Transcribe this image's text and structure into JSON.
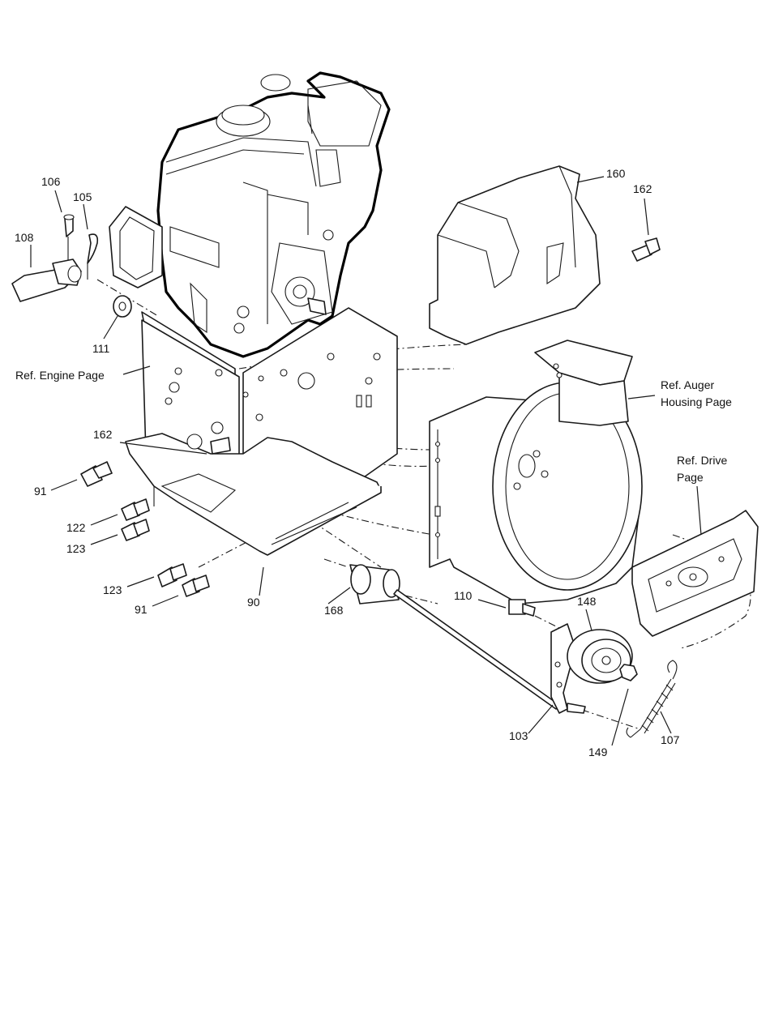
{
  "callouts": {
    "p106": "106",
    "p105": "105",
    "p108": "108",
    "p111": "111",
    "p160": "160",
    "p162_top": "162",
    "p162_left": "162",
    "p91_left": "91",
    "p122": "122",
    "p123_a": "123",
    "p123_b": "123",
    "p91_bottom": "91",
    "p90": "90",
    "p168": "168",
    "p110": "110",
    "p148": "148",
    "p103": "103",
    "p149": "149",
    "p107": "107"
  },
  "references": {
    "engine_page": "Ref. Engine Page",
    "auger_line1": "Ref. Auger",
    "auger_line2": "Housing Page",
    "drive_line1": "Ref. Drive",
    "drive_line2": "Page"
  }
}
